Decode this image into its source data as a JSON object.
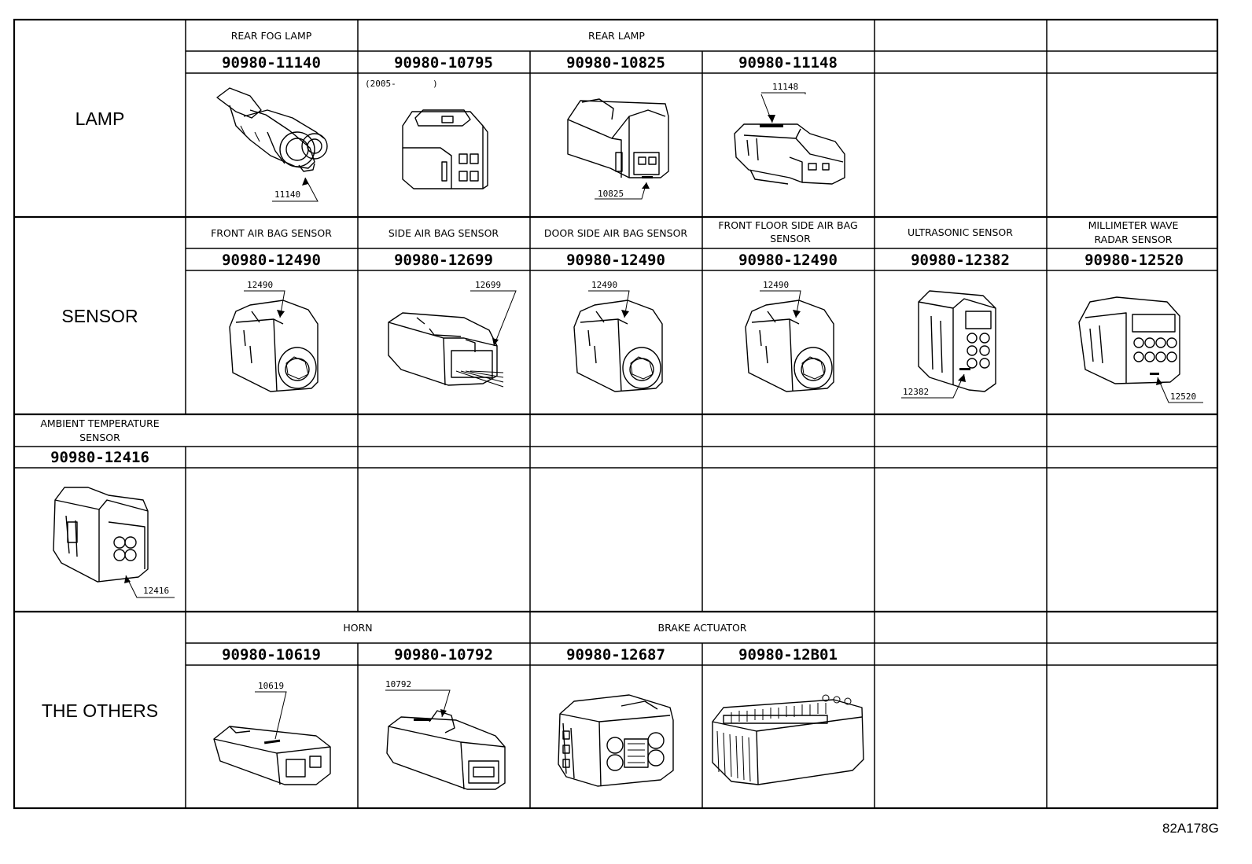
{
  "sections": {
    "lamp": "LAMP",
    "sensor": "SENSOR",
    "others": "THE OTHERS"
  },
  "lamp": {
    "groups": [
      "REAR FOG LAMP",
      "REAR LAMP"
    ],
    "parts": [
      "90980-11140",
      "90980-10795",
      "90980-10825",
      "90980-11148"
    ],
    "callouts": [
      "11140",
      "10825",
      "11148"
    ],
    "date_note": "(2005-       )"
  },
  "sensor": {
    "headers": [
      "FRONT AIR BAG SENSOR",
      "SIDE AIR BAG SENSOR",
      "DOOR SIDE AIR BAG SENSOR",
      "FRONT FLOOR SIDE AIR BAG",
      "SENSOR",
      "ULTRASONIC SENSOR",
      "MILLIMETER WAVE",
      "RADAR SENSOR"
    ],
    "parts": [
      "90980-12490",
      "90980-12699",
      "90980-12490",
      "90980-12490",
      "90980-12382",
      "90980-12520"
    ],
    "callouts": [
      "12490",
      "12699",
      "12490",
      "12490",
      "12382",
      "12520"
    ]
  },
  "ambient": {
    "header_line1": "AMBIENT TEMPERATURE",
    "header_line2": "SENSOR",
    "part": "90980-12416",
    "callout": "12416"
  },
  "others": {
    "groups": [
      "HORN",
      "BRAKE ACTUATOR"
    ],
    "parts": [
      "90980-10619",
      "90980-10792",
      "90980-12687",
      "90980-12B01"
    ],
    "callouts": [
      "10619",
      "10792"
    ]
  },
  "figure_id": "82A178G"
}
